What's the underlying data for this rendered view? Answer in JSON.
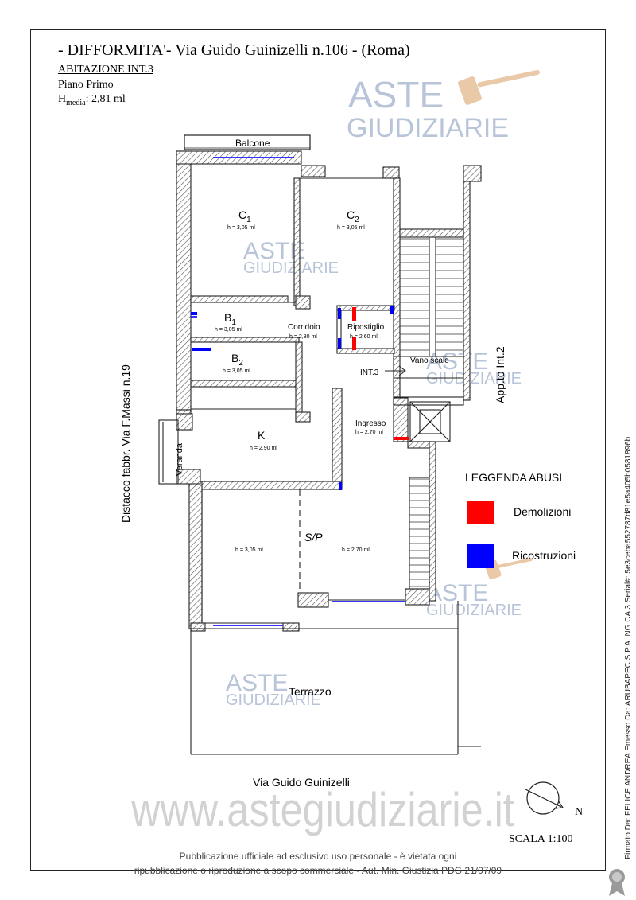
{
  "header": {
    "title": "- DIFFORMITA'- Via Guido Guinizelli n.106 - (Roma)",
    "subtitle": "ABITAZIONE INT.3",
    "floor": "Piano Primo",
    "hmedia_label": "H",
    "hmedia_sub": "media",
    "hmedia_value": ": 2,81 ml"
  },
  "rooms": {
    "balcone": "Balcone",
    "c1_letter": "C",
    "c1_sub": "1",
    "c1_h": "h = 3,05 ml",
    "c2_letter": "C",
    "c2_sub": "2",
    "c2_h": "h = 3,05 ml",
    "b1_letter": "B",
    "b1_sub": "1",
    "b1_h": "h = 3,05 ml",
    "b2_letter": "B",
    "b2_sub": "2",
    "b2_h": "h = 3,05 ml",
    "corridoio": "Corridoio",
    "corridoio_h": "h = 2,80 ml",
    "ripostiglio": "Ripostiglio",
    "ripostiglio_h": "h = 2,60 ml",
    "int3": "INT.3",
    "vano_scale": "Vano scale",
    "ingresso": "Ingresso",
    "ingresso_h": "h = 2,70 ml",
    "k": "K",
    "k_h": "h = 2,90 ml",
    "veranda": "Veranda",
    "sp": "S/P",
    "sp_h_left": "h = 3,05 ml",
    "sp_h_right": "h = 2,70 ml",
    "terrazzo": "Terrazzo",
    "distacco": "Distacco fabbr. Via F.Massi n.19",
    "appto": "App.to Int.2",
    "street": "Via Guido Guinizelli",
    "north": "N"
  },
  "legend": {
    "title": "LEGGENDA ABUSI",
    "items": [
      {
        "label": "Demolizioni",
        "color": "#ff0000"
      },
      {
        "label": "Ricostruzioni",
        "color": "#0000ff"
      }
    ]
  },
  "watermarks": {
    "aste": "ASTE",
    "giudiziarie": "GIUDIZIARIE",
    "site": "www.astegiudiziarie.it"
  },
  "scale": "SCALA 1:100",
  "footer": {
    "line1": "Pubblicazione ufficiale ad esclusivo uso personale - è vietata ogni",
    "line2": "ripubblicazione o riproduzione a scopo commerciale - Aut. Min. Giustizia PDG 21/07/09"
  },
  "signature": "Firmato Da: FELICE ANDREA Emesso Da: ARUBAPEC S.P.A. NG CA 3 Serial#: 5e3ceba552787d81e5a405b058189​6b",
  "colors": {
    "wall": "#222222",
    "hatch": "#666666",
    "demolizioni": "#ff0000",
    "ricostruzioni": "#0000ff",
    "watermark": "#b8c4d8"
  }
}
